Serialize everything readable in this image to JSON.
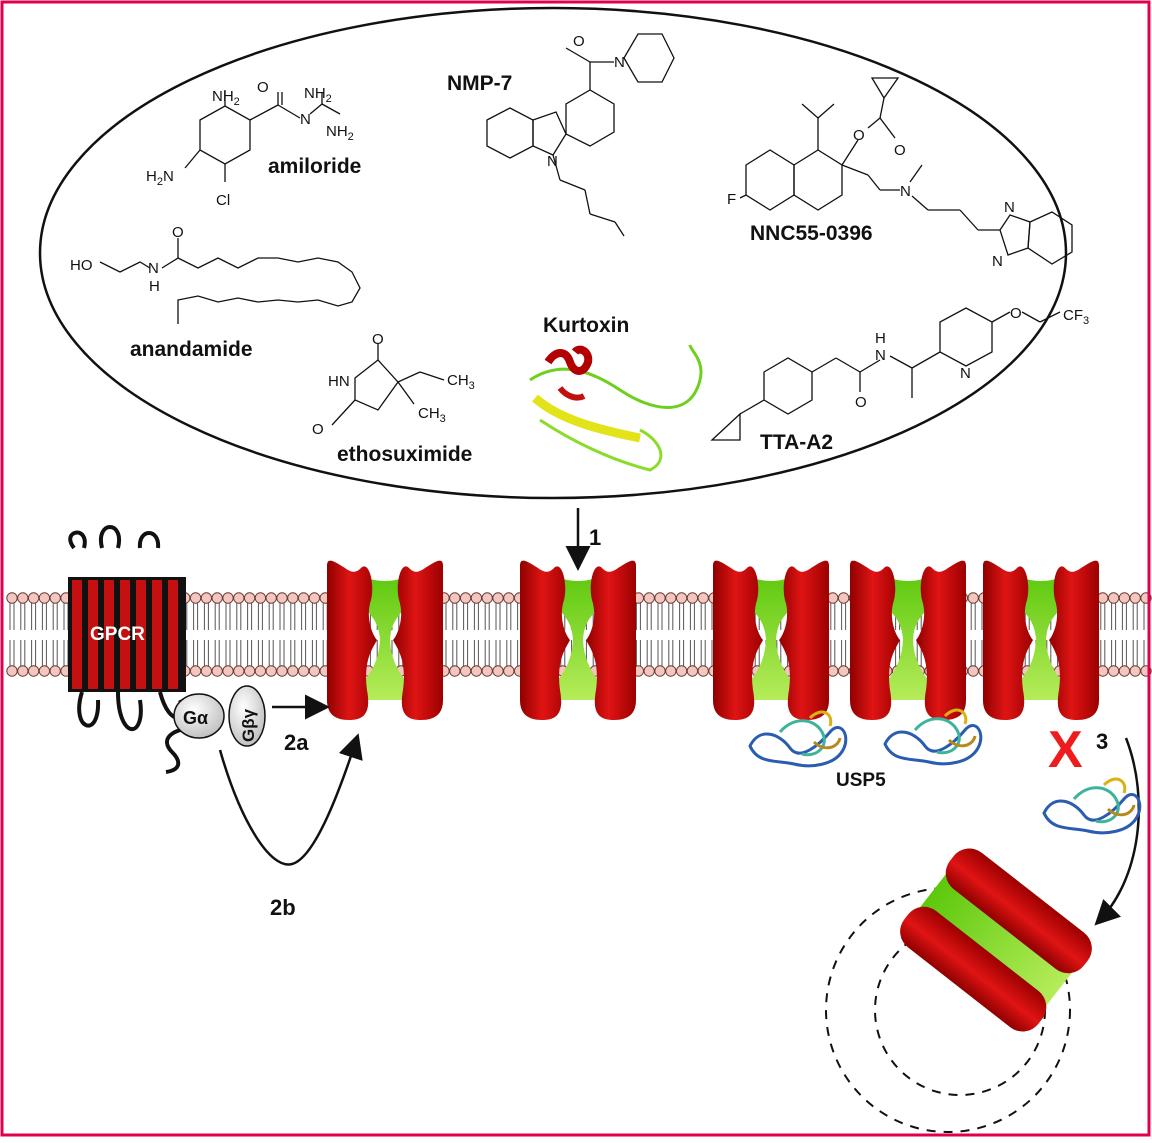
{
  "compounds": {
    "amiloride": "amiloride",
    "nmp7": "NMP-7",
    "nnc": "NNC55-0396",
    "anandamide": "anandamide",
    "ethosuximide": "ethosuximide",
    "kurtoxin": "Kurtoxin",
    "tta": "TTA-A2"
  },
  "atoms": {
    "nh2": "NH",
    "sub2": "2",
    "h2n": "H",
    "h2n_n": "N",
    "o": "O",
    "n": "N",
    "cl": "Cl",
    "f": "F",
    "ho": "HO",
    "h": "H",
    "hn": "HN",
    "ch3": "CH",
    "sub3": "3",
    "cf3": "CF",
    "nh_h": "H"
  },
  "labels": {
    "gpcr": "GPCR",
    "galpha": "Gα",
    "gbg": "Gβγ",
    "step1": "1",
    "step2a": "2a",
    "step2b": "2b",
    "step3": "3",
    "usp5": "USP5",
    "x": "X"
  },
  "colors": {
    "channel_red": "#d10a0a",
    "channel_green": "#7ed321",
    "lipid_head": "#f4c6c0",
    "frame": "#e0004d",
    "x_mark": "#ee1c1c"
  }
}
